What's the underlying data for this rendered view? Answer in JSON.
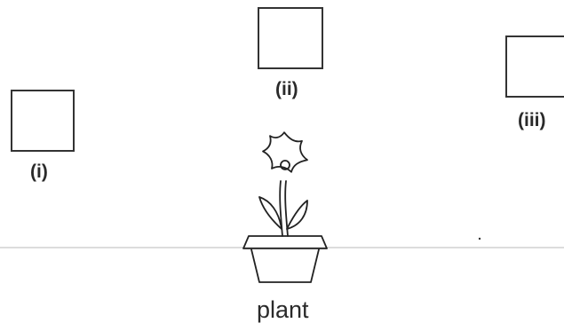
{
  "figure": {
    "boxes": [
      {
        "id": "i",
        "label": "(i)"
      },
      {
        "id": "ii",
        "label": "(ii)"
      },
      {
        "id": "iii",
        "label": "(iii)"
      }
    ],
    "plant_label": "plant"
  }
}
